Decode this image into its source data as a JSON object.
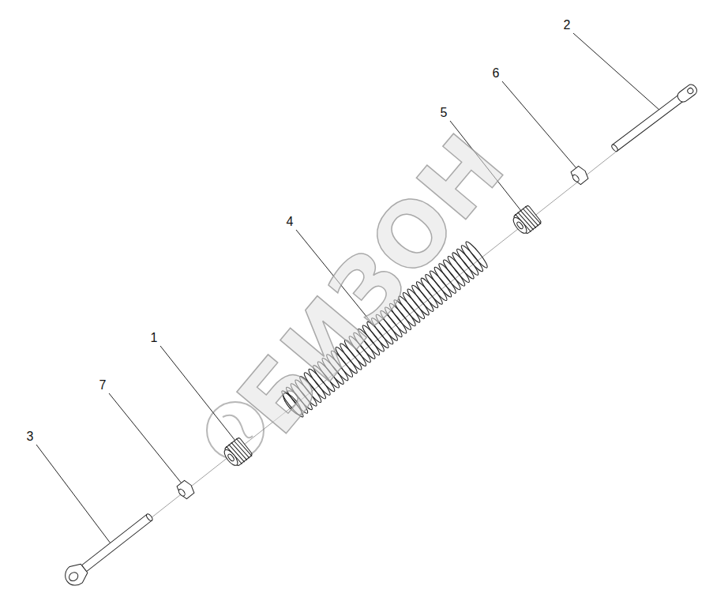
{
  "diagram": {
    "labels": [
      "2",
      "6",
      "5",
      "4",
      "1",
      "7",
      "3",
      "БИЗОН"
    ]
  }
}
